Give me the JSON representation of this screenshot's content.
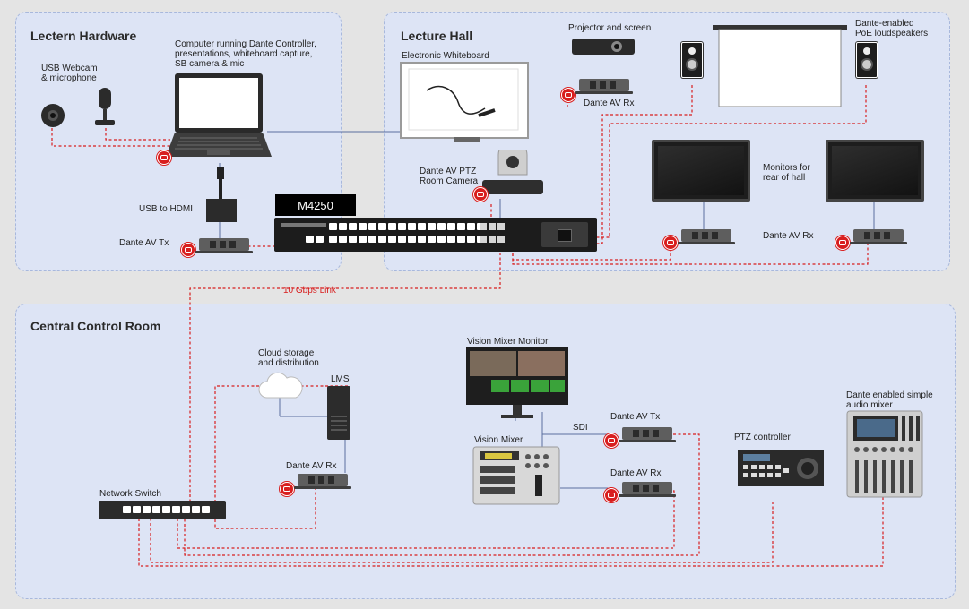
{
  "zones": {
    "lectern": "Lectern Hardware",
    "lecture_hall": "Lecture Hall",
    "control_room": "Central Control Room"
  },
  "labels": {
    "usb_webcam": "USB Webcam\n& microphone",
    "computer": "Computer running Dante Controller,\npresentations, whiteboard capture,\nSB camera & mic",
    "usb_hdmi": "USB to HDMI",
    "av_tx_lectern": "Dante AV Tx",
    "m4250": "M4250",
    "link": "10 Gbps Link",
    "whiteboard": "Electronic Whiteboard",
    "projector": "Projector and screen",
    "av_rx_projector": "Dante AV Rx",
    "loudspeakers": "Dante-enabled\nPoE loudspeakers",
    "ptz_camera": "Dante AV PTZ\nRoom Camera",
    "monitors": "Monitors for\nrear of hall",
    "av_rx_monitors": "Dante AV Rx",
    "cloud": "Cloud storage\nand distribution",
    "lms": "LMS",
    "av_rx_lms": "Dante AV Rx",
    "network_switch": "Network Switch",
    "vm_monitor": "Vision Mixer Monitor",
    "vision_mixer": "Vision Mixer",
    "sdi": "SDI",
    "av_tx_control": "Dante AV Tx",
    "av_rx_control": "Dante AV Rx",
    "ptz_controller": "PTZ controller",
    "audio_mixer": "Dante enabled simple\naudio mixer"
  },
  "colors": {
    "zone_bg": "#dde4f5",
    "zone_border": "#a8b8dc",
    "dante_red": "#d81e1e",
    "link_red": "#d81e1e",
    "solid_wire": "#5a6e9e"
  }
}
